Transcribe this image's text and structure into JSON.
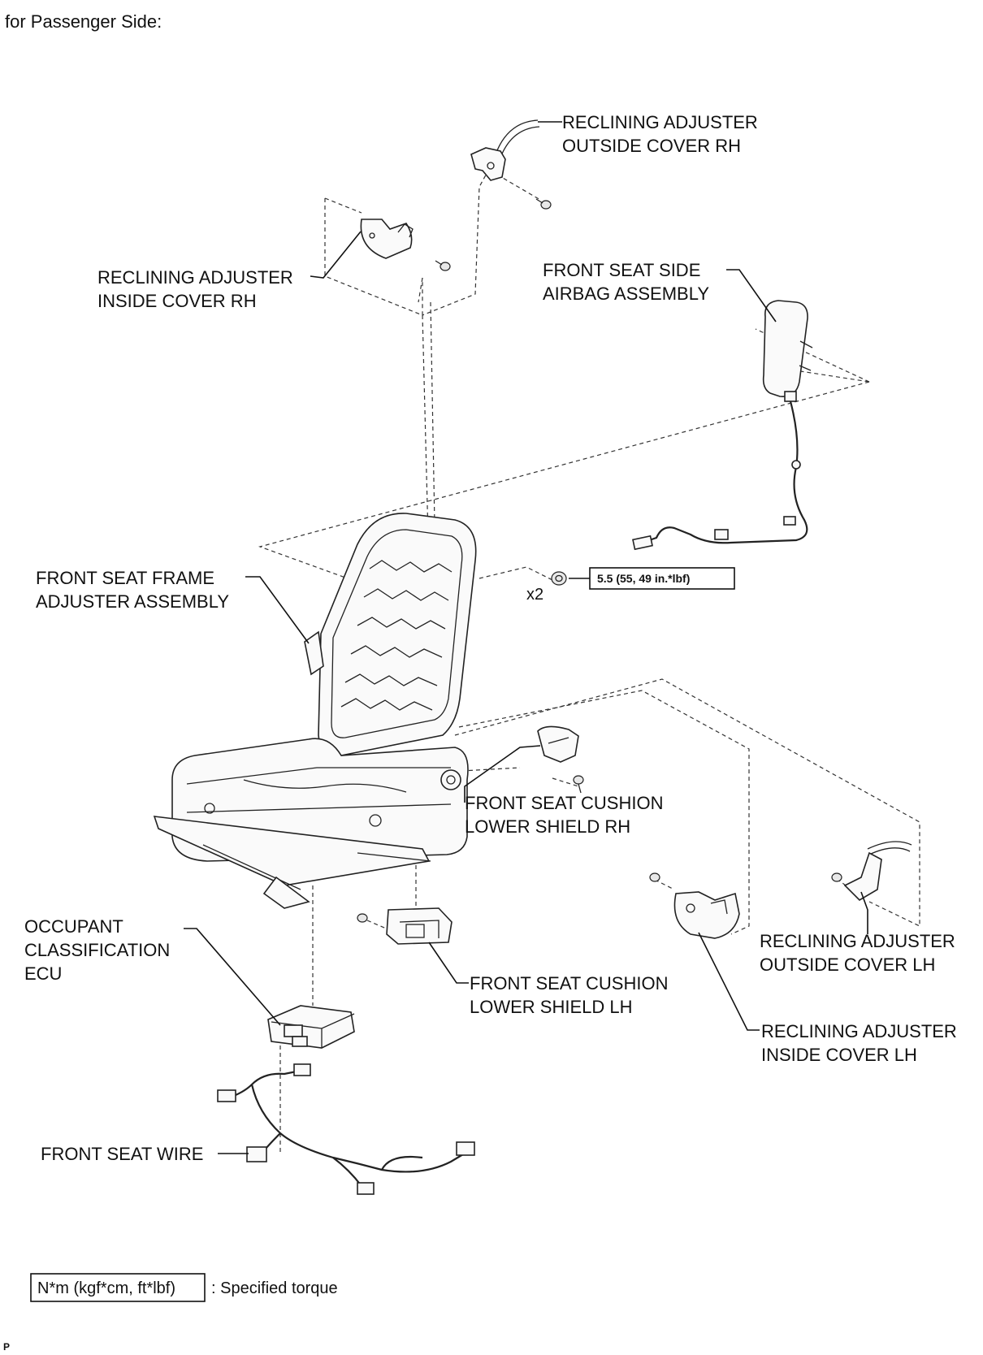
{
  "heading": "for Passenger Side:",
  "labels": {
    "reclining_outside_rh_1": "RECLINING ADJUSTER",
    "reclining_outside_rh_2": "OUTSIDE COVER RH",
    "reclining_inside_rh_1": "RECLINING ADJUSTER",
    "reclining_inside_rh_2": "INSIDE COVER RH",
    "side_airbag_1": "FRONT SEAT SIDE",
    "side_airbag_2": "AIRBAG ASSEMBLY",
    "frame_adjuster_1": "FRONT SEAT FRAME",
    "frame_adjuster_2": "ADJUSTER ASSEMBLY",
    "cushion_shield_rh_1": "FRONT SEAT CUSHION",
    "cushion_shield_rh_2": "LOWER SHIELD RH",
    "occupant_ecu_1": "OCCUPANT",
    "occupant_ecu_2": "CLASSIFICATION",
    "occupant_ecu_3": "ECU",
    "cushion_shield_lh_1": "FRONT SEAT CUSHION",
    "cushion_shield_lh_2": "LOWER SHIELD LH",
    "reclining_outside_lh_1": "RECLINING ADJUSTER",
    "reclining_outside_lh_2": "OUTSIDE COVER LH",
    "reclining_inside_lh_1": "RECLINING ADJUSTER",
    "reclining_inside_lh_2": "INSIDE COVER LH",
    "seat_wire": "FRONT SEAT WIRE"
  },
  "nut_quantity": "x2",
  "torque_spec": "5.5 (55, 49 in.*lbf)",
  "legend": {
    "box_text": "N*m (kgf*cm, ft*lbf)",
    "description": ": Specified torque"
  },
  "corner_mark": "P"
}
